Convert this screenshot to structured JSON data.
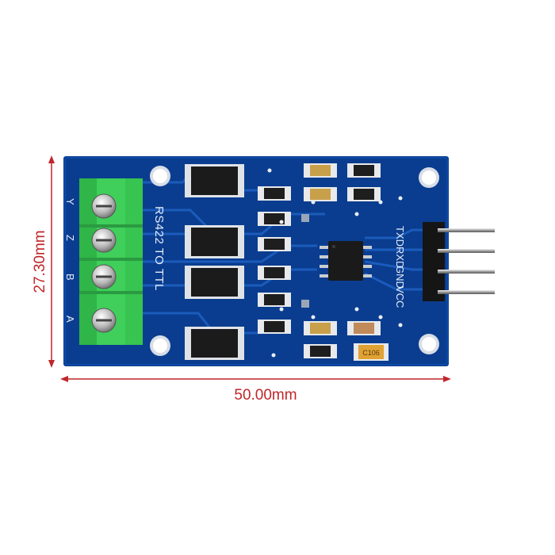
{
  "dimensions": {
    "width_label": "50.00mm",
    "height_label": "27.30mm",
    "line_color": "#c0262a"
  },
  "board": {
    "title": "RS422  TO  TTL",
    "pcb_color": "#0a3d8f",
    "trace_color": "#1d5fc0",
    "terminal_color": "#3fcf5a",
    "terminal_labels": [
      "Y",
      "Z",
      "B",
      "A"
    ],
    "header_pins": [
      "TXD",
      "RXD",
      "GND",
      "VCC"
    ],
    "capacitor_label": "C106"
  }
}
